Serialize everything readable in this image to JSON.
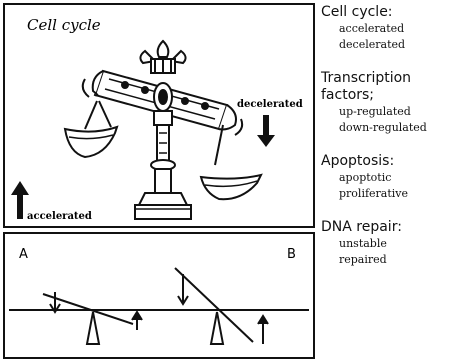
{
  "top_panel": {
    "title": "Cell cycle",
    "accelerated_label": "accelerated",
    "decelerated_label": "decelerated"
  },
  "bottom_panel": {
    "label_a": "A",
    "label_b": "B"
  },
  "legend_groups": [
    {
      "heading": "Cell cycle:",
      "items": [
        "accelerated",
        "decelerated"
      ]
    },
    {
      "heading": "Transcription factors;",
      "items": [
        "up-regulated",
        "down-regulated"
      ]
    },
    {
      "heading": "Apoptosis:",
      "items": [
        "apoptotic",
        "proliferative"
      ]
    },
    {
      "heading": "DNA repair:",
      "items": [
        "unstable",
        "repaired"
      ]
    }
  ]
}
